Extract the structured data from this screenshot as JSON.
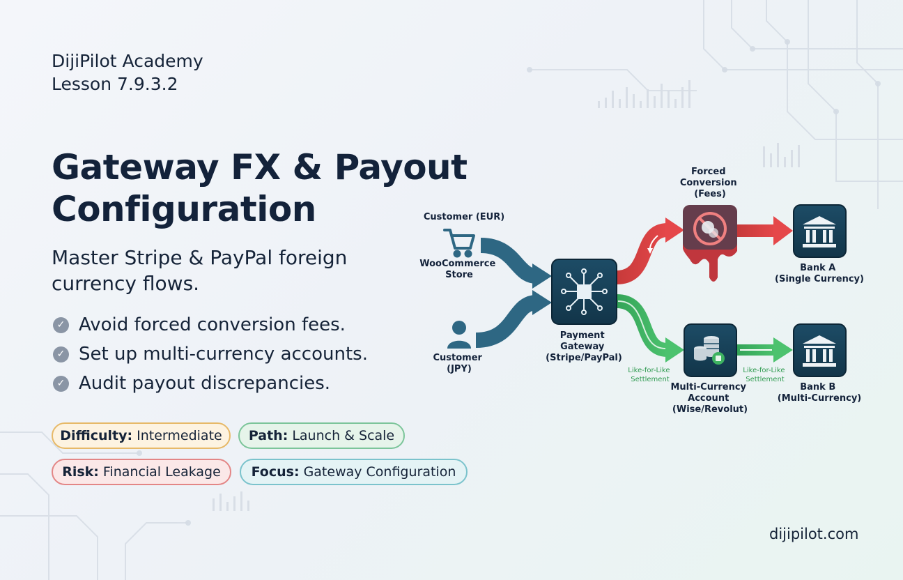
{
  "brand": {
    "academy": "DijiPilot Academy",
    "lesson": "Lesson 7.9.3.2"
  },
  "title": "Gateway FX & Payout Configuration",
  "subtitle": "Master Stripe & PayPal foreign currency flows.",
  "bullets": [
    "Avoid forced conversion fees.",
    "Set up multi-currency accounts.",
    "Audit payout discrepancies."
  ],
  "tags": {
    "difficulty": {
      "key": "Difficulty:",
      "value": "Intermediate"
    },
    "path": {
      "key": "Path:",
      "value": "Launch & Scale"
    },
    "risk": {
      "key": "Risk:",
      "value": "Financial Leakage"
    },
    "focus": {
      "key": "Focus:",
      "value": "Gateway Configuration"
    }
  },
  "website": "dijipilot.com",
  "diagram": {
    "customer_eur": "Customer (EUR)",
    "store": [
      "WooCommerce",
      "Store"
    ],
    "customer_jpy": [
      "Customer",
      "(JPY)"
    ],
    "gateway": [
      "Payment",
      "Gateway",
      "(Stripe/PayPal)"
    ],
    "forced": [
      "Forced",
      "Conversion",
      "(Fees)"
    ],
    "bank_a": [
      "Bank A",
      "(Single Currency)"
    ],
    "multi": [
      "Multi-Currency",
      "Account",
      "(Wise/Revolut)"
    ],
    "bank_b": [
      "Bank B",
      "(Multi-Currency)"
    ],
    "settlement_1": [
      "Like-for-Like",
      "Settlement"
    ],
    "settlement_2": [
      "Like-for-Like",
      "Settlement"
    ]
  },
  "colors": {
    "node": "#153e54",
    "flow_in": "#2e6783",
    "flow_red": "#d9403e",
    "flow_green": "#3eb261",
    "label_green": "#2e9a4f"
  }
}
